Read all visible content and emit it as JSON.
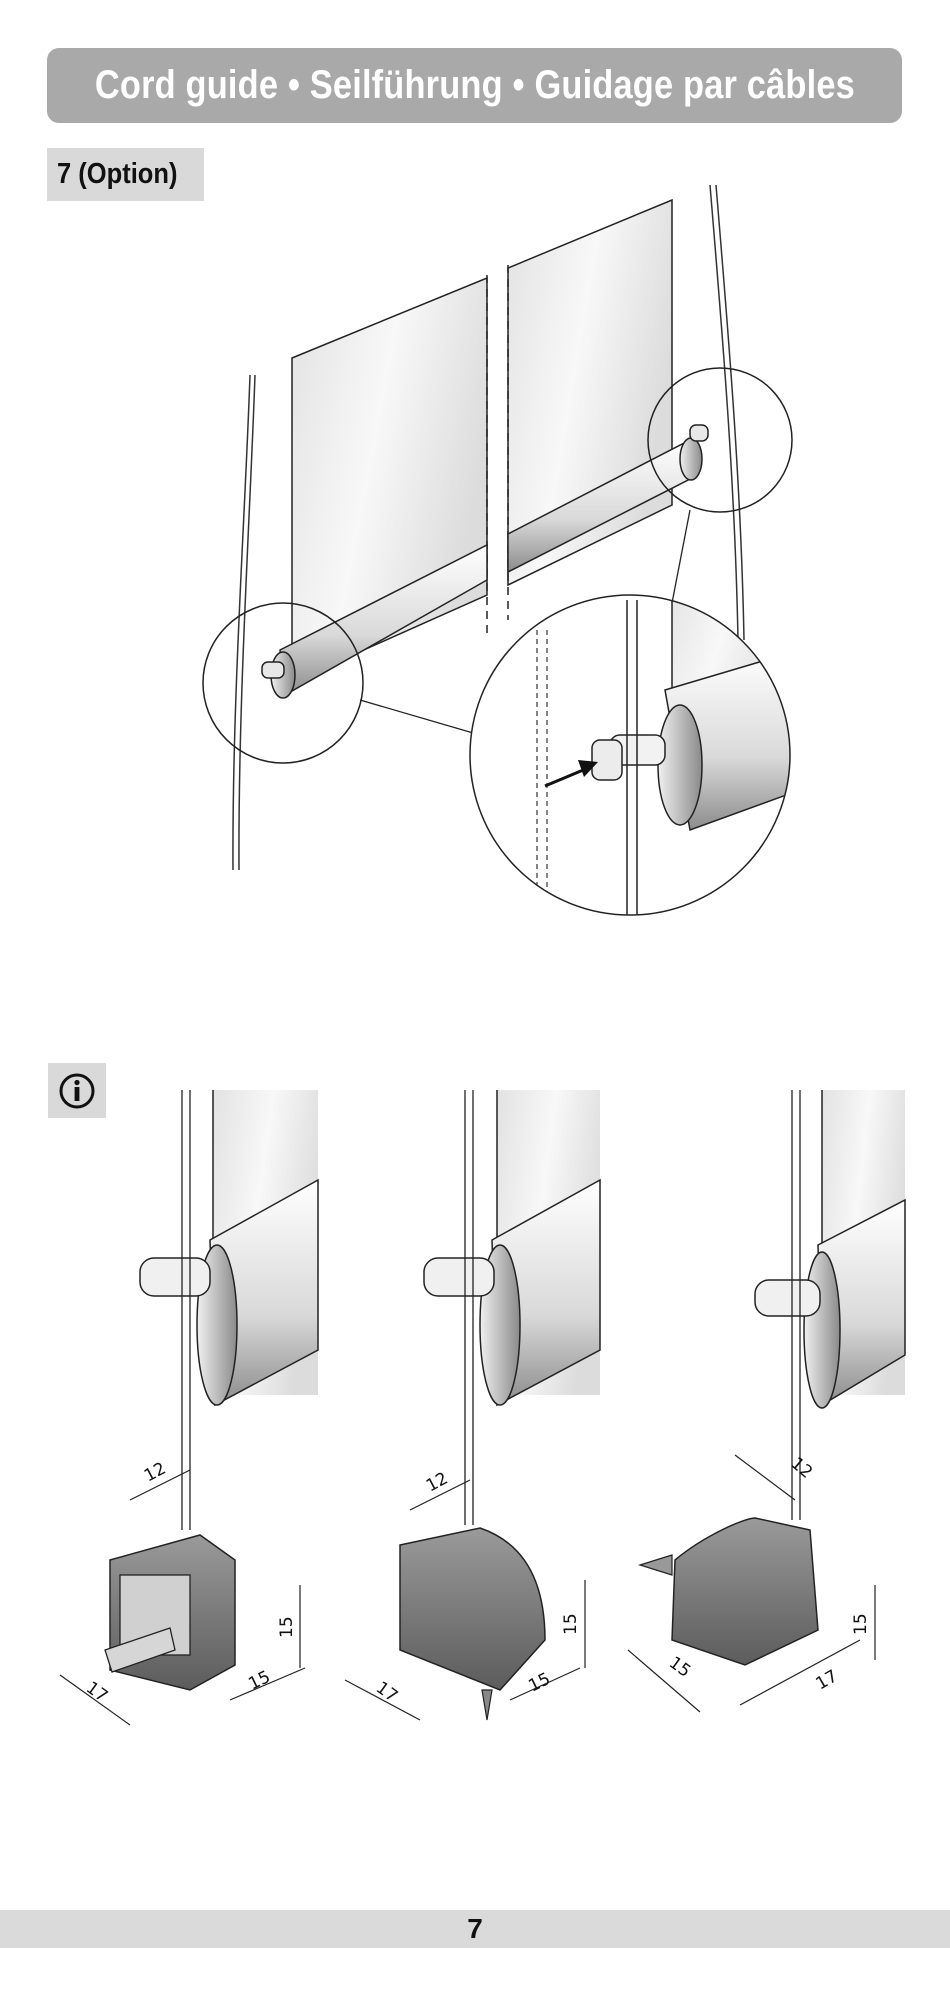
{
  "header": {
    "title": "Cord guide • Seilführung • Guidage par câbles"
  },
  "step": {
    "label": "7 (Option)"
  },
  "info": {
    "icon": "info-circle-icon"
  },
  "variants": [
    {
      "dims": {
        "width": "17",
        "depth": "15",
        "height": "15",
        "offset": "12"
      }
    },
    {
      "dims": {
        "width": "17",
        "depth": "15",
        "height": "15",
        "offset": "12"
      }
    },
    {
      "dims": {
        "width": "15",
        "depth": "17",
        "height": "15",
        "offset": "12"
      }
    }
  ],
  "footer": {
    "page_number": "7"
  }
}
